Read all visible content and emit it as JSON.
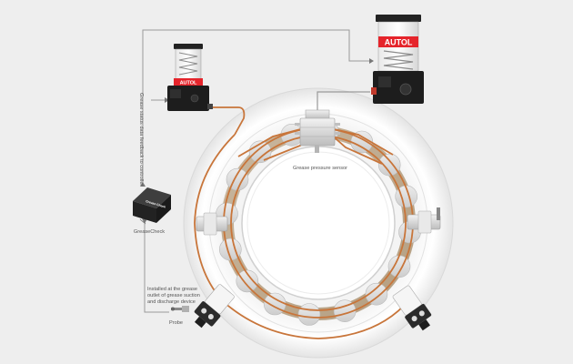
{
  "labels": {
    "feedback": "Grease status data feedback to controller",
    "pressure_sensor": "Grease pressure sensor",
    "greasecheck": "GreaseCheck",
    "install_note": [
      "Installed at the grease",
      "outlet of grease suction",
      "and discharge device"
    ],
    "probe": "Probe"
  },
  "brand": {
    "pump_left": "AUTOL",
    "pump_right": "AUTOL",
    "device_tag": "Grease Check"
  },
  "colors": {
    "background": "#eeeeee",
    "grease_line": "#c8753a",
    "signal_line": "#9a9a9a",
    "pump_red": "#e5242b",
    "pump_body": "#1d1d1d",
    "ring": "#e6e6e6"
  }
}
